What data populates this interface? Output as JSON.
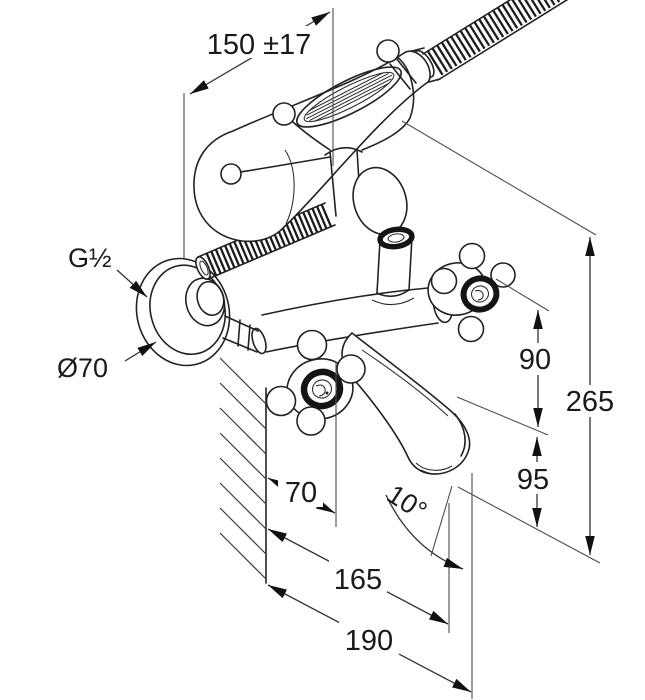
{
  "diagram": {
    "type": "technical-dimension-drawing",
    "subject": "wall-mounted bath and shower mixer with hand shower",
    "labels": {
      "width_center_distance": "150 ±17",
      "thread_size": "G½",
      "escutcheon_diameter": "Ø70",
      "handle_to_spout_height": "90",
      "overall_height": "265",
      "spout_to_outlet_height": "95",
      "wall_to_center": "70",
      "spout_angle": "10°",
      "spout_projection": "165",
      "overall_projection": "190"
    },
    "colors": {
      "line": "#1a1a1a",
      "dimension_line": "#4d4d4d",
      "arrow": "#111111",
      "background": "#ffffff"
    }
  }
}
